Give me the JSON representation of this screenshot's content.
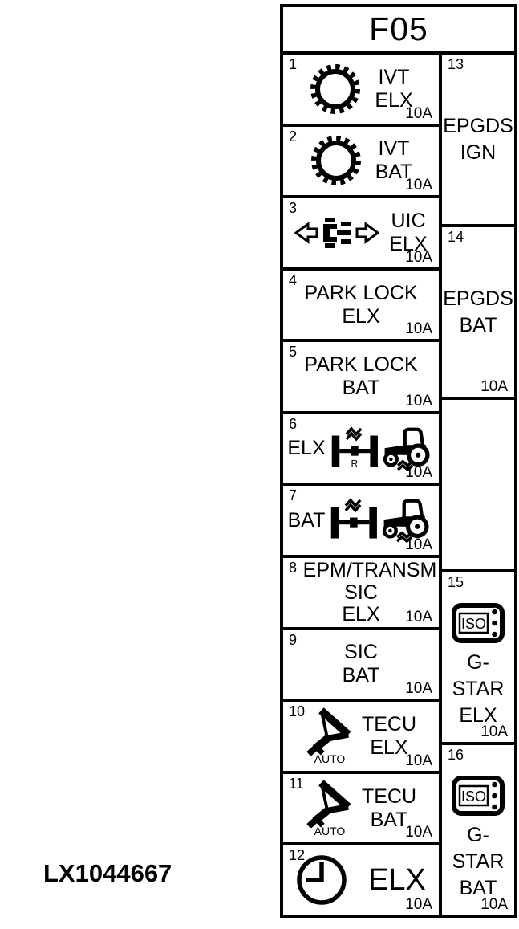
{
  "diagram": {
    "title": "F05",
    "figure_code": "LX1044667",
    "colors": {
      "ink": "#000000",
      "paper": "#ffffff"
    },
    "fuses_left": [
      {
        "number": "1",
        "icon": "gear-icon",
        "label_lines": [
          "IVT",
          "ELX"
        ],
        "amp": "10A"
      },
      {
        "number": "2",
        "icon": "gear-icon",
        "label_lines": [
          "IVT",
          "BAT"
        ],
        "amp": "10A"
      },
      {
        "number": "3",
        "icon": "uic-coupler-icon",
        "label_lines": [
          "UIC",
          "ELX"
        ],
        "amp": "10A"
      },
      {
        "number": "4",
        "icon": "",
        "label_lines": [
          "PARK LOCK",
          "ELX"
        ],
        "amp": "10A"
      },
      {
        "number": "5",
        "icon": "",
        "label_lines": [
          "PARK LOCK",
          "BAT"
        ],
        "amp": "10A"
      },
      {
        "number": "6",
        "icon": "axle-suspension-tractor-icon",
        "prefix": "ELX",
        "axle_marker": "R",
        "label_lines": [],
        "amp": "10A"
      },
      {
        "number": "7",
        "icon": "axle-suspension-tractor-icon",
        "prefix": "BAT",
        "axle_marker": "",
        "label_lines": [],
        "amp": "10A"
      },
      {
        "number": "8",
        "icon": "",
        "label_lines": [
          "EPM/TRANSM",
          "SIC",
          "ELX"
        ],
        "amp": "10A"
      },
      {
        "number": "9",
        "icon": "",
        "label_lines": [
          "SIC",
          "BAT"
        ],
        "amp": "10A"
      },
      {
        "number": "10",
        "icon": "auto-shift-lever-icon",
        "icon_text": "AUTO",
        "label_lines": [
          "TECU",
          "ELX"
        ],
        "amp": "10A"
      },
      {
        "number": "11",
        "icon": "auto-shift-lever-icon",
        "icon_text": "AUTO",
        "label_lines": [
          "TECU",
          "BAT"
        ],
        "amp": "10A"
      },
      {
        "number": "12",
        "icon": "clock-icon",
        "label_lines": [
          "ELX"
        ],
        "amp": "10A"
      }
    ],
    "fuses_right": [
      {
        "number": "13",
        "icon": "",
        "label_lines": [
          "EPGDS",
          "IGN"
        ],
        "amp": ""
      },
      {
        "number": "14",
        "icon": "",
        "label_lines": [
          "EPGDS",
          "BAT"
        ],
        "amp": "10A"
      },
      {
        "number": "",
        "icon": "",
        "label_lines": [],
        "amp": ""
      },
      {
        "number": "15",
        "icon": "iso-connector-icon",
        "icon_text": "ISO",
        "label_lines": [
          "G-STAR",
          "ELX"
        ],
        "amp": "10A"
      },
      {
        "number": "16",
        "icon": "iso-connector-icon",
        "icon_text": "ISO",
        "label_lines": [
          "G-STAR",
          "BAT"
        ],
        "amp": "10A"
      }
    ]
  }
}
